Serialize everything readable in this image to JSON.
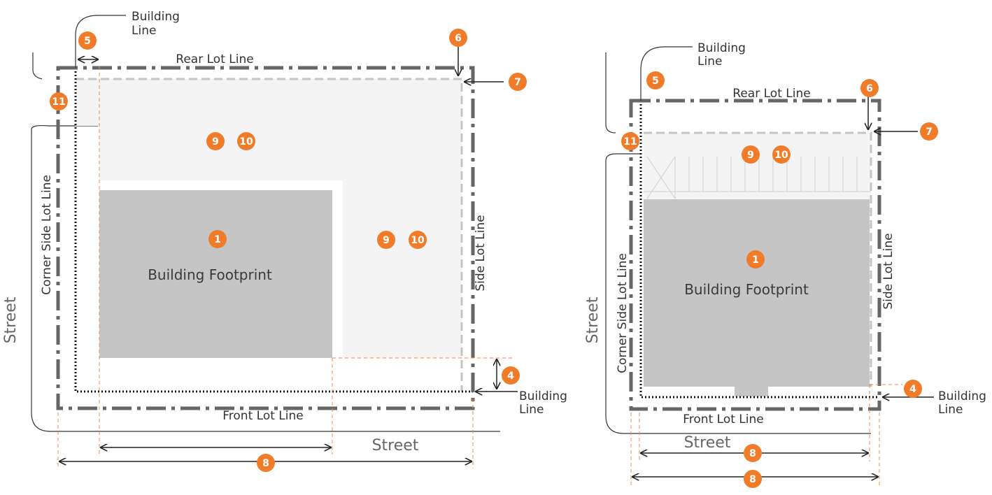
{
  "colors": {
    "badge": "#f07c2a",
    "lot_line": "#666666",
    "building_footprint": "#c4c5c4",
    "yard": "#f4f4f4",
    "guide": "#f08a4b"
  },
  "left_diagram": {
    "rear_lot_line": "Rear Lot Line",
    "front_lot_line": "Front Lot Line",
    "side_lot_line": "Side Lot Line",
    "corner_side_lot_line": "Corner Side Lot Line",
    "street_side": "Street",
    "street_bottom": "Street",
    "building_footprint": "Building Footprint",
    "building_line_top": [
      "Building",
      "Line"
    ],
    "building_line_bottom": [
      "Building",
      "Line"
    ],
    "badges": {
      "b1": "1",
      "b4": "4",
      "b5": "5",
      "b6": "6",
      "b7": "7",
      "b8": "8",
      "b9a": "9",
      "b10a": "10",
      "b9b": "9",
      "b10b": "10",
      "b11": "11"
    }
  },
  "right_diagram": {
    "rear_lot_line": "Rear Lot Line",
    "front_lot_line": "Front Lot Line",
    "side_lot_line": "Side Lot Line",
    "corner_side_lot_line": "Corner Side Lot Line",
    "street_side": "Street",
    "street_bottom": "Street",
    "building_footprint": "Building Footprint",
    "building_line_top": [
      "Building",
      "Line"
    ],
    "building_line_bottom": [
      "Building",
      "Line"
    ],
    "badges": {
      "b1": "1",
      "b4": "4",
      "b5": "5",
      "b6": "6",
      "b7": "7",
      "b8a": "8",
      "b8b": "8",
      "b9": "9",
      "b10": "10",
      "b11": "11"
    }
  }
}
